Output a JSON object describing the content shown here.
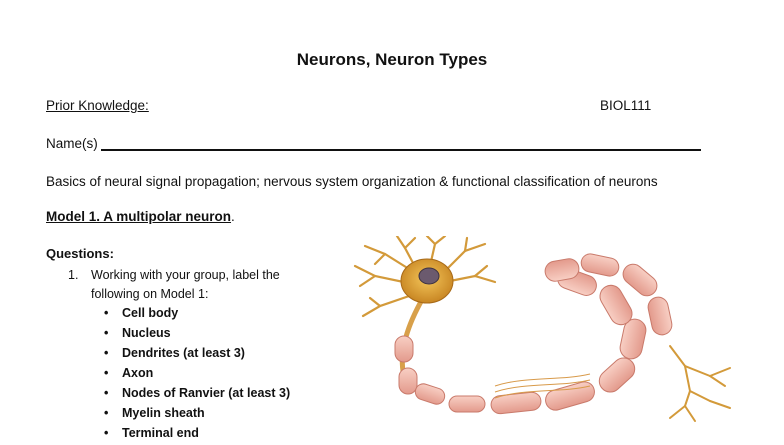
{
  "doc": {
    "title": "Neurons, Neuron Types",
    "prior_knowledge": "Prior Knowledge:",
    "course": "BIOL111",
    "name_label": "Name(s)",
    "basics": "Basics of neural signal propagation; nervous system organization & functional classification of neurons",
    "model_title": "Model 1. A multipolar neuron",
    "model_punct": ".",
    "questions_heading": "Questions:",
    "q1_number": "1.",
    "q1_text": "Working with your group, label the following on Model 1:",
    "bullet_char": "•",
    "label_items": [
      "Cell body",
      "Nucleus",
      "Dendrites (at least 3)",
      "Axon",
      "Nodes of Ranvier (at least 3)",
      "Myelin sheath",
      "Terminal end"
    ]
  },
  "figure": {
    "icon": "multipolar-neuron-illustration",
    "colors": {
      "cell_body": "#d9962c",
      "nucleus": "#6b5a6e",
      "myelin": "#f2b3a6",
      "myelin_edge": "#d47f72",
      "dendrite": "#d9962c"
    }
  }
}
